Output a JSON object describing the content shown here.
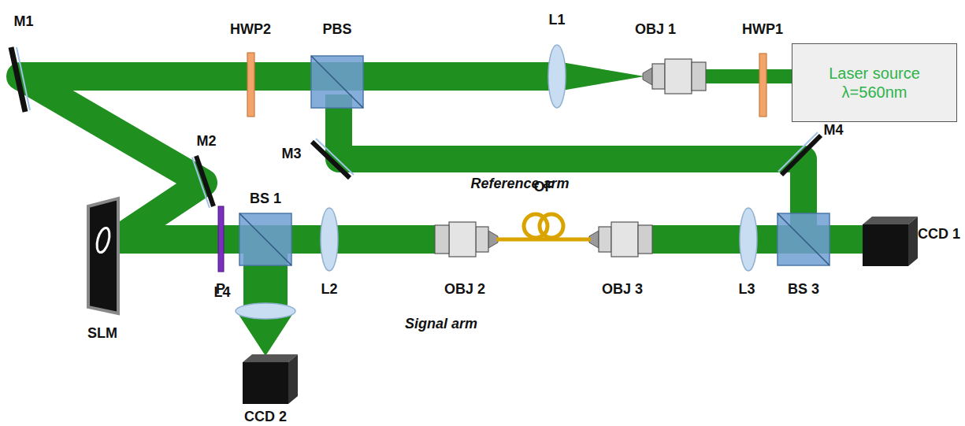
{
  "diagram": {
    "nodes": [
      {
        "text": [
          "Laser source λ=560nm"
        ]
      }
    ],
    "labels": [
      "M1",
      "HWP2",
      "PBS",
      "L1",
      "OBJ 1",
      "HWP1",
      "M2",
      "M3",
      "M4",
      "Reference arm",
      "BS 1",
      "L2",
      "OBJ 2",
      "OF",
      "OBJ 3",
      "L3",
      "BS 3",
      "CCD 1",
      "SLM",
      "P",
      "Signal arm",
      "L4",
      "CCD 2"
    ]
  }
}
